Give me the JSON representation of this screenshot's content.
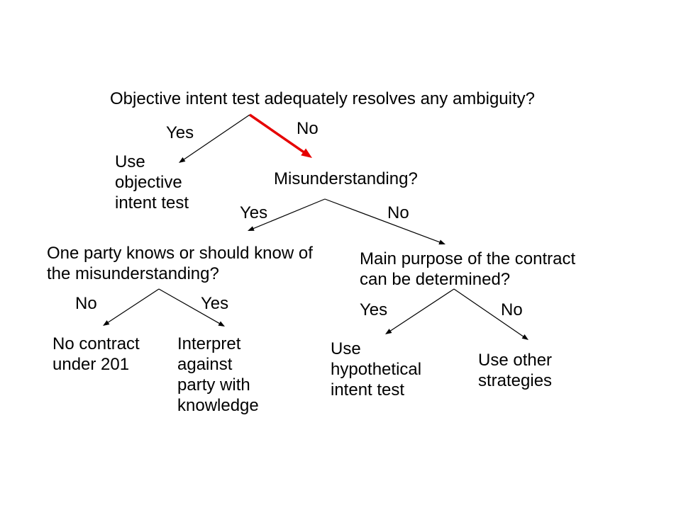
{
  "root": {
    "question": "Objective intent test adequately resolves any ambiguity?",
    "yes_label": "Yes",
    "no_label": "No",
    "yes_outcome": [
      "Use",
      "objective",
      "intent test"
    ]
  },
  "misunderstanding": {
    "question": "Misunderstanding?",
    "yes_label": "Yes",
    "no_label": "No"
  },
  "party_knowledge": {
    "question": [
      "One party knows or should know of",
      "the misunderstanding?"
    ],
    "no_label": "No",
    "yes_label": "Yes",
    "no_outcome": [
      "No contract",
      "under 201"
    ],
    "yes_outcome": [
      "Interpret",
      "against",
      "party with",
      "knowledge"
    ]
  },
  "main_purpose": {
    "question": [
      "Main purpose of the contract",
      "can be determined?"
    ],
    "yes_label": "Yes",
    "no_label": "No",
    "yes_outcome": [
      "Use",
      "hypothetical",
      "intent test"
    ],
    "no_outcome": [
      "Use other",
      "strategies"
    ]
  },
  "colors": {
    "highlight": "#e60000",
    "line": "#000000"
  }
}
